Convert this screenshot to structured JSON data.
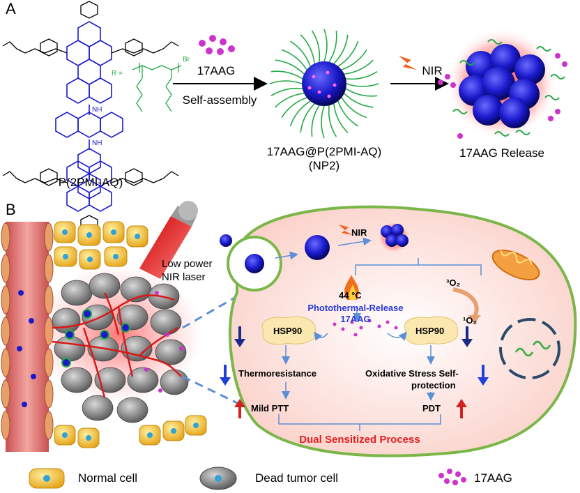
{
  "panel_a": {
    "letter": "A",
    "molecule_label": "P(2PMI-AQ)",
    "r_group": "R =",
    "br": "Br",
    "nh": "NH",
    "drug_label": "17AAG",
    "process_label": "Self-assembly",
    "nir_label": "NIR",
    "nanoparticle_label_line1": "17AAG@P(2PMI-AQ)",
    "nanoparticle_label_line2": "(NP2)",
    "release_label": "17AAG Release"
  },
  "panel_b": {
    "letter": "B",
    "laser_label_line1": "Low power",
    "laser_label_line2": "NIR laser",
    "nir_label": "NIR",
    "temperature": "44 °C",
    "photothermal_line1": "Photothermal-Release",
    "photothermal_line2": "17AAG",
    "oxygen_triplet": "³O₂",
    "oxygen_singlet": "¹O₂",
    "hsp_left": "HSP90",
    "hsp_right": "HSP90",
    "thermoresistance": "Thermoresistance",
    "oxidative_line1": "Oxidative Stress Self-",
    "oxidative_line2": "protection",
    "mild_ptt": "Mild PTT",
    "pdt": "PDT",
    "dual_process": "Dual Sensitized Process"
  },
  "legend": {
    "normal_cell": "Normal cell",
    "dead_tumor_cell": "Dead tumor cell",
    "drug": "17AAG"
  },
  "colors": {
    "nanoparticle": "#1a1acc",
    "drug_dots": "#cc33cc",
    "polymer_green": "#22aa44",
    "blood_vessel": "#e8807a",
    "normal_cell": "#f5c23a",
    "tumor_cell": "#8a8a8a",
    "cell_membrane": "#7ab648",
    "down_arrow": "#1a2a8a",
    "blue_arrow": "#1f3fd6",
    "red_arrow": "#d42020",
    "dual_process_text": "#e02020",
    "photothermal_text": "#2a3ad6"
  }
}
